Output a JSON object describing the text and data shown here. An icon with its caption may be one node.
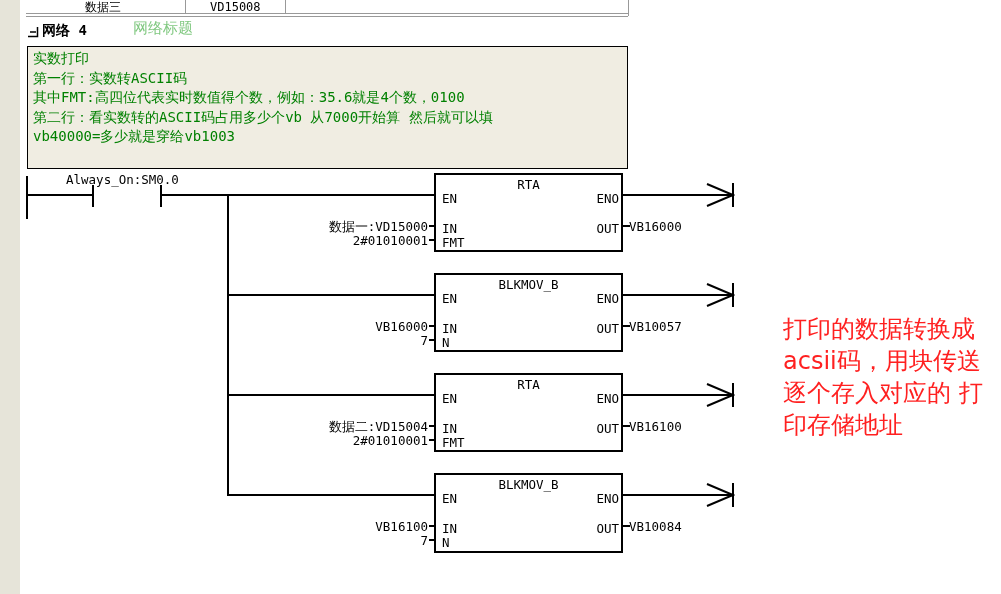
{
  "diagram": {
    "nodes": [
      {
        "text": [
          "实数打印",
          "第一行：实数转ASCII码",
          "其中FMT:高四位代表实时数值得个数，例如：35.6就是4个数，0100",
          "第二行：看实数转的ASCII码占用多少个vb 从7000开始算  然后就可以填 vb40000=多少就是穿给vb1003"
        ]
      },
      {
        "text": [
          "Always_On:SM0.0"
        ]
      },
      {
        "text": [
          "RTA",
          "EN",
          "ENO",
          "IN",
          "OUT",
          "FMT"
        ],
        "beside": [
          "数据一:VD15000",
          "2#01010001",
          "VB16000"
        ]
      },
      {
        "text": [
          "BLKMOV_B",
          "EN",
          "ENO",
          "IN",
          "OUT",
          "N"
        ],
        "beside": [
          "VB16000",
          "7",
          "VB10057"
        ]
      },
      {
        "text": [
          "RTA",
          "EN",
          "ENO",
          "IN",
          "OUT",
          "FMT"
        ],
        "beside": [
          "数据二:VD15004",
          "2#01010001",
          "VB16100"
        ]
      },
      {
        "text": [
          "BLKMOV_B",
          "EN",
          "ENO",
          "IN",
          "OUT",
          "N"
        ],
        "beside": [
          "VB16100",
          "7",
          "VB10084"
        ]
      },
      {
        "text": [],
        "shape": "bar"
      }
    ],
    "edges": [
      {
        "from": 6,
        "to": 1,
        "arrow": "none"
      },
      {
        "from": 1,
        "to": 2,
        "arrow": "none"
      },
      {
        "from": 1,
        "to": 3,
        "arrow": "none"
      },
      {
        "from": 1,
        "to": 4,
        "arrow": "none"
      },
      {
        "from": 1,
        "to": 5,
        "arrow": "none"
      },
      {
        "from": 2,
        "to": null,
        "arrow": "to"
      },
      {
        "from": 3,
        "to": null,
        "arrow": "to"
      },
      {
        "from": 4,
        "to": null,
        "arrow": "to"
      },
      {
        "from": 5,
        "to": null,
        "arrow": "to"
      }
    ],
    "labels": [
      "数据三",
      "VD15008",
      "网络 4",
      "网络标题",
      "打印的数据转换成acsii码，用块传送逐个存入对应的 打印存储地址"
    ]
  }
}
